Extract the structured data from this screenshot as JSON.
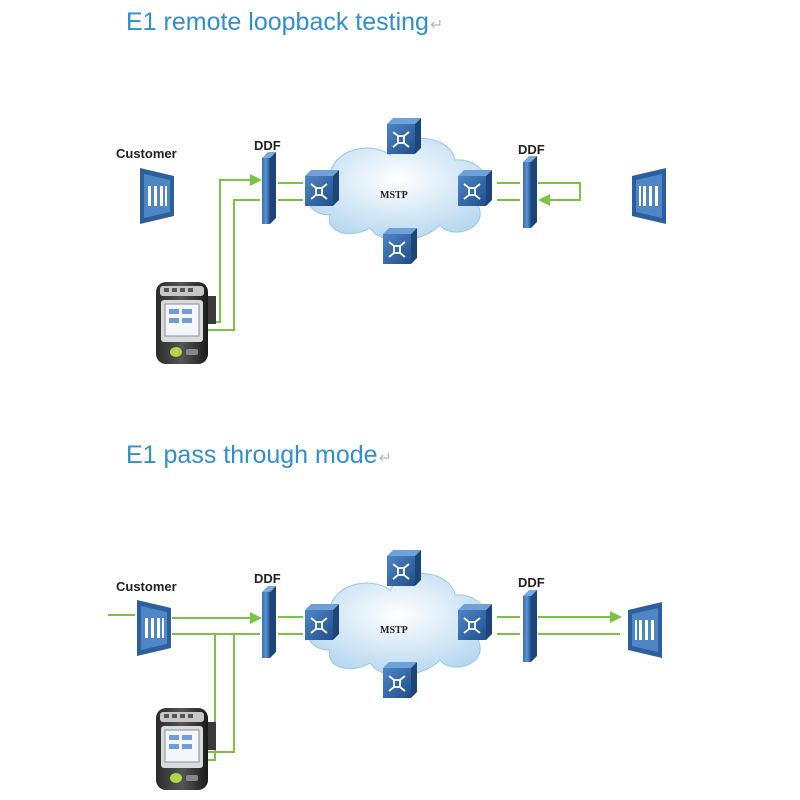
{
  "diagrams": [
    {
      "title": "E1 remote loopback testing",
      "return_mark": "↵",
      "customer_label": "Customer",
      "ddf_left_label": "DDF",
      "ddf_right_label": "DDF",
      "cloud_label": "MSTP",
      "mode": "loopback"
    },
    {
      "title": "E1 pass through mode",
      "return_mark": "↵",
      "customer_label": "Customer",
      "ddf_left_label": "DDF",
      "ddf_right_label": "DDF",
      "cloud_label": "MSTP",
      "mode": "passthrough"
    }
  ],
  "colors": {
    "title": "#2f8fd0",
    "link": "#7cc243",
    "node_blue": "#2b5f9e",
    "cloud": "#cfe6f6"
  },
  "icons": [
    "customer-equipment-icon",
    "ddf-panel-icon",
    "mstp-node-icon",
    "cloud-icon",
    "remote-equipment-icon",
    "e1-tester-device-icon"
  ]
}
